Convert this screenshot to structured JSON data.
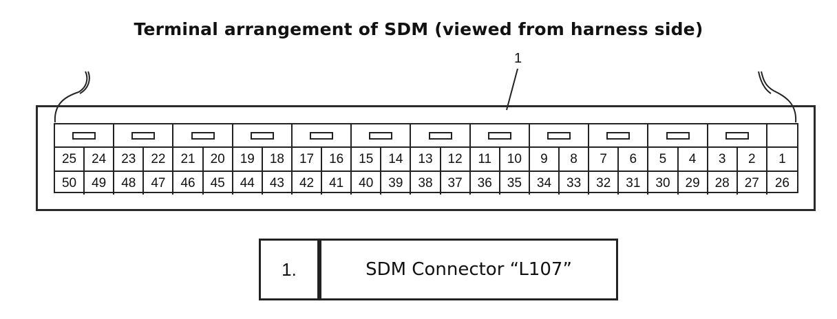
{
  "title": "Terminal arrangement of SDM (viewed from harness side)",
  "callout": "1",
  "pins_top": [
    "25",
    "24",
    "23",
    "22",
    "21",
    "20",
    "19",
    "18",
    "17",
    "16",
    "15",
    "14",
    "13",
    "12",
    "11",
    "10",
    "9",
    "8",
    "7",
    "6",
    "5",
    "4",
    "3",
    "2",
    "1"
  ],
  "pins_bottom": [
    "50",
    "49",
    "48",
    "47",
    "46",
    "45",
    "44",
    "43",
    "42",
    "41",
    "40",
    "39",
    "38",
    "37",
    "36",
    "35",
    "34",
    "33",
    "32",
    "31",
    "30",
    "29",
    "28",
    "27",
    "26"
  ],
  "legend": {
    "number": "1.",
    "label": "SDM Connector “L107”"
  }
}
